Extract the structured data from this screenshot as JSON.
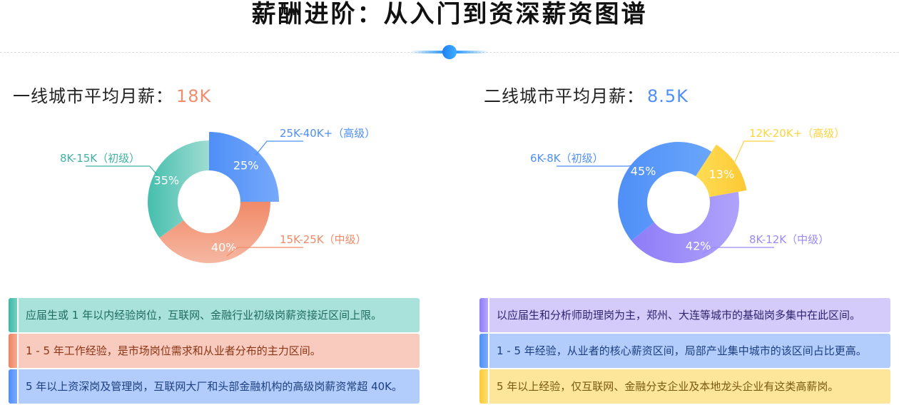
{
  "header": {
    "title": "薪酬进阶：从入门到资深薪资图谱"
  },
  "chart_data": [
    {
      "type": "pie",
      "variant": "donut-rose",
      "title": "一线城市平均月薪：",
      "title_value": "18K",
      "title_value_color": "#f28c6f",
      "slices": [
        {
          "label": "25K-40K+（高级）",
          "value": 25,
          "display": "25%",
          "level": "high",
          "colors": [
            "#4f8ff7",
            "#76a9fb"
          ],
          "label_color": "#4f8ff7",
          "side": "right-top"
        },
        {
          "label": "15K-25K（中级）",
          "value": 40,
          "display": "40%",
          "level": "mid",
          "colors": [
            "#f08a68",
            "#f6b7a2"
          ],
          "label_color": "#f08a68",
          "side": "right-bottom"
        },
        {
          "label": "8K-15K（初级）",
          "value": 35,
          "display": "35%",
          "level": "junior",
          "colors": [
            "#45bfae",
            "#9fdcd2"
          ],
          "label_color": "#3fb3a2",
          "side": "left"
        }
      ],
      "highlight": "25K-40K+（高级）",
      "notes": [
        {
          "text": "应届生或 1 年以内经验岗位，互联网、金融行业初级岗薪资接近区间上限。",
          "bg": "#a9e2da",
          "accent": [
            "#3bb8a5",
            "#76d0c2"
          ],
          "text_color": "#1f6b62"
        },
        {
          "text": "1 - 5 年工作经验，是市场岗位需求和从业者分布的主力区间。",
          "bg": "#f9cbbe",
          "accent": [
            "#ee8360",
            "#f5ab92"
          ],
          "text_color": "#8a3515"
        },
        {
          "text": "5 年以上资深岗及管理岗，互联网大厂和头部金融机构的高级岗薪资常超 40K。",
          "bg": "#b2cdfb",
          "accent": [
            "#4f8ff7",
            "#7aaafb"
          ],
          "text_color": "#1c3f82"
        }
      ]
    },
    {
      "type": "pie",
      "variant": "donut-rose",
      "title": "二线城市平均月薪：",
      "title_value": "8.5K",
      "title_value_color": "#4f8ff7",
      "slices": [
        {
          "label": "12K-20K+（高级）",
          "value": 13,
          "display": "13%",
          "level": "high",
          "colors": [
            "#ffdd55",
            "#fcc934"
          ],
          "label_color": "#fcd440",
          "side": "right-top"
        },
        {
          "label": "8K-12K（中级）",
          "value": 42,
          "display": "42%",
          "level": "mid",
          "colors": [
            "#8e7cf8",
            "#b0a3fb"
          ],
          "label_color": "#9a8af9",
          "side": "right-bottom"
        },
        {
          "label": "6K-8K（初级）",
          "value": 45,
          "display": "45%",
          "level": "junior",
          "colors": [
            "#4f8ff7",
            "#6aa6fb"
          ],
          "label_color": "#4f8ff7",
          "side": "left"
        }
      ],
      "highlight": "12K-20K+（高级）",
      "notes": [
        {
          "text": "以应届生和分析师助理岗为主，郑州、大连等城市的基础岗多集中在此区间。",
          "bg": "#d4cbfb",
          "accent": [
            "#8e7cf8",
            "#b5a8fb"
          ],
          "text_color": "#2e2470"
        },
        {
          "text": "1 - 5 年经验，从业者的核心薪资区间，局部产业集中城市的该区间占比更高。",
          "bg": "#b2cdfb",
          "accent": [
            "#4f8ff7",
            "#7aaafb"
          ],
          "text_color": "#1c3f82"
        },
        {
          "text": "5 年以上经验，仅互联网、金融分支企业及本地龙头企业有这类高薪岗。",
          "bg": "#fde59a",
          "accent": [
            "#fcc934",
            "#ffe070"
          ],
          "text_color": "#7a5a10"
        }
      ]
    }
  ]
}
